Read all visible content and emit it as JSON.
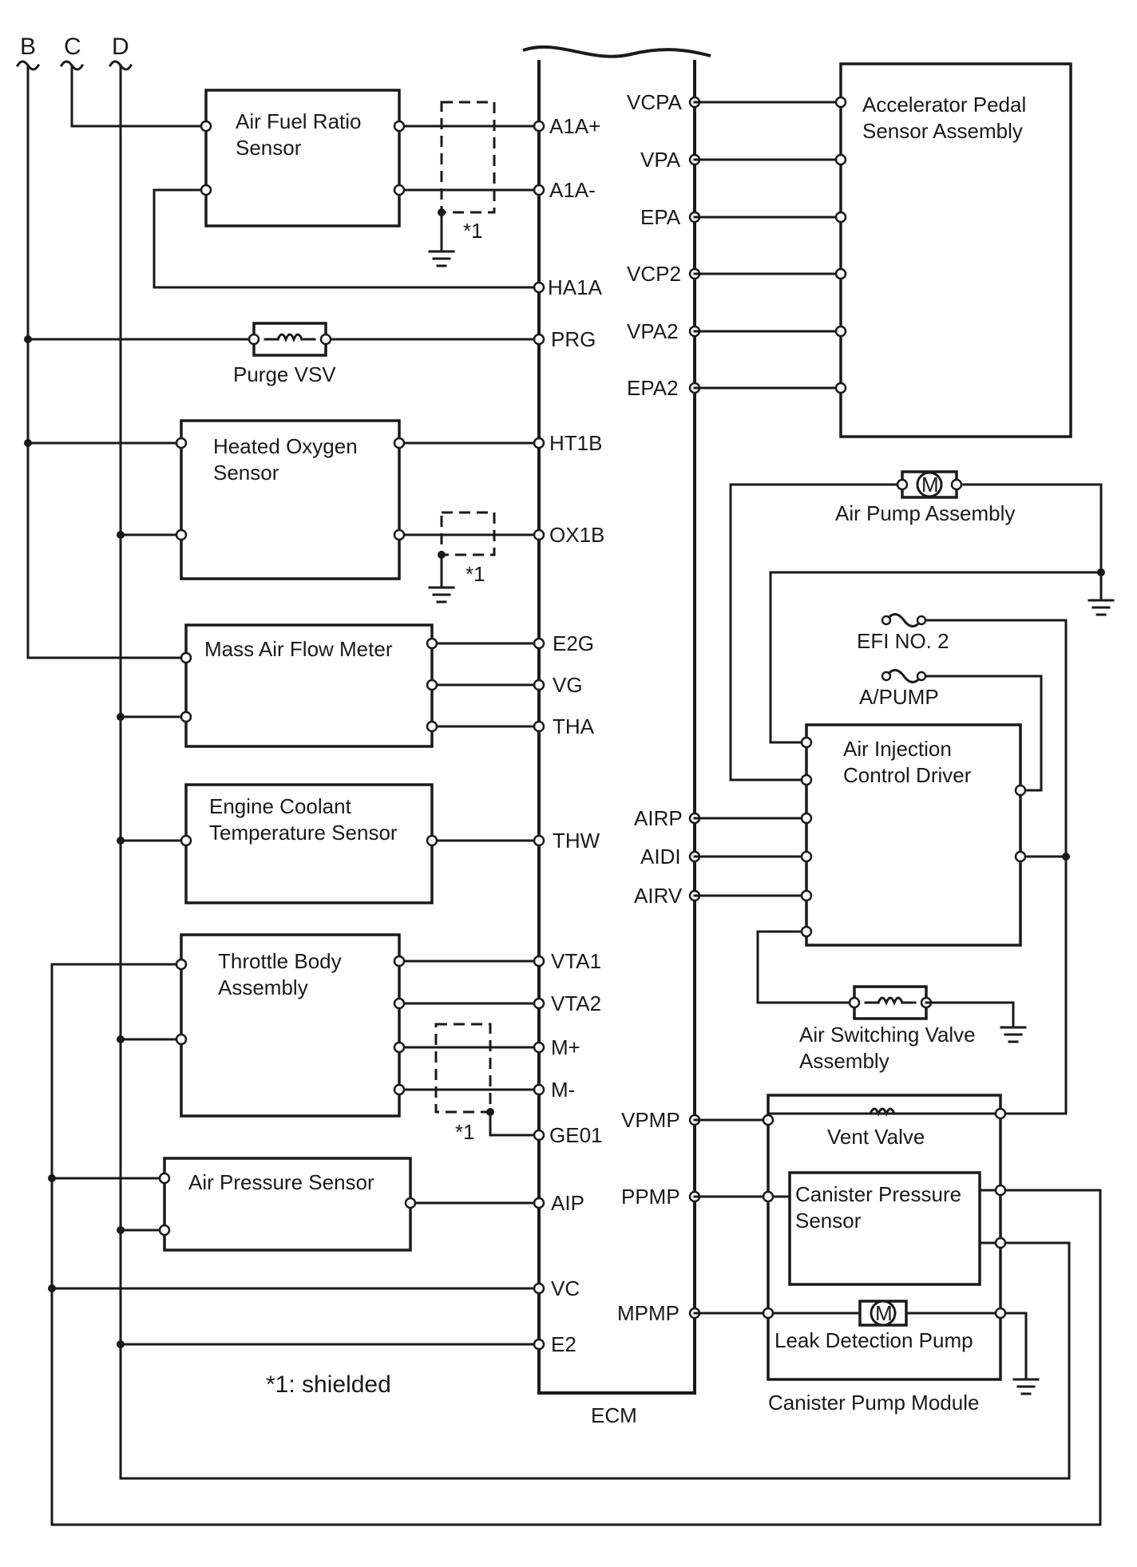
{
  "connectors": {
    "b": "B",
    "c": "C",
    "d": "D"
  },
  "components": {
    "afr_sensor": [
      "Air Fuel Ratio",
      "Sensor"
    ],
    "purge_vsv": "Purge VSV",
    "heated_o2": [
      "Heated Oxygen",
      "Sensor"
    ],
    "maf": "Mass Air Flow Meter",
    "ect": [
      "Engine Coolant",
      "Temperature Sensor"
    ],
    "throttle": [
      "Throttle Body",
      "Assembly"
    ],
    "air_pressure": "Air Pressure Sensor",
    "accel_pedal": [
      "Accelerator Pedal",
      "Sensor Assembly"
    ],
    "air_pump": "Air Pump Assembly",
    "efi_fuse": "EFI NO. 2",
    "apump_fuse": "A/PUMP",
    "air_injection": [
      "Air Injection",
      "Control Driver"
    ],
    "air_switching": [
      "Air Switching Valve",
      "Assembly"
    ],
    "vent_valve": "Vent Valve",
    "canister_pressure": [
      "Canister Pressure",
      "Sensor"
    ],
    "leak_pump": "Leak Detection Pump",
    "canister_module": "Canister Pump Module",
    "ecm": "ECM"
  },
  "shield_marks": [
    "*1",
    "*1",
    "*1"
  ],
  "motor_symbol": "M",
  "ecm_pins_left": {
    "a1a_plus": "A1A+",
    "a1a_minus": "A1A-",
    "ha1a": "HA1A",
    "prg": "PRG",
    "ht1b": "HT1B",
    "ox1b": "OX1B",
    "e2g": "E2G",
    "vg": "VG",
    "tha": "THA",
    "thw": "THW",
    "vta1": "VTA1",
    "vta2": "VTA2",
    "m_plus": "M+",
    "m_minus": "M-",
    "ge01": "GE01",
    "aip": "AIP",
    "vc": "VC",
    "e2": "E2"
  },
  "ecm_pins_right": {
    "vcpa": "VCPA",
    "vpa": "VPA",
    "epa": "EPA",
    "vcp2": "VCP2",
    "vpa2": "VPA2",
    "epa2": "EPA2",
    "airp": "AIRP",
    "aidi": "AIDI",
    "airv": "AIRV",
    "vpmp": "VPMP",
    "ppmp": "PPMP",
    "mpmp": "MPMP"
  },
  "footnote": "*1: shielded"
}
